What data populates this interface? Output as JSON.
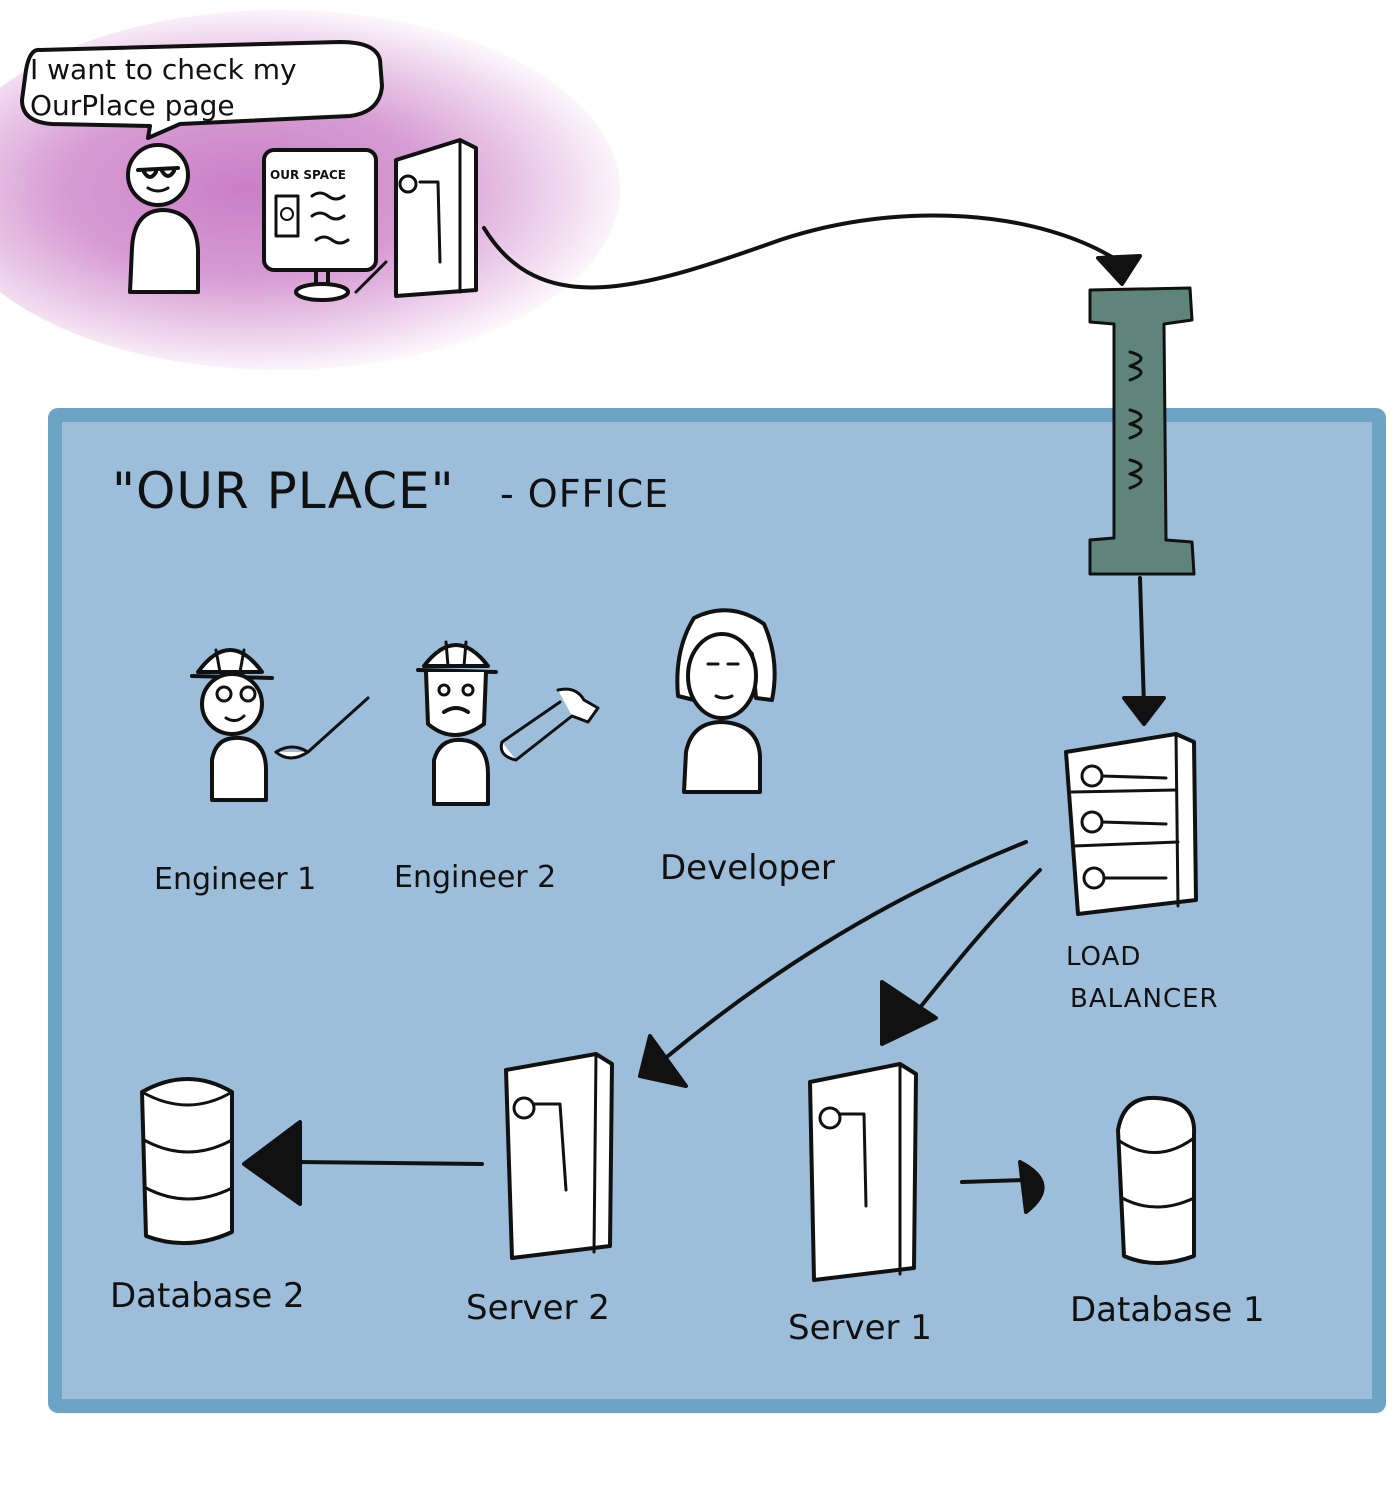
{
  "bubble": {
    "text": "I want to check my OurPlace page"
  },
  "computer": {
    "screen_title": "OUR SPACE"
  },
  "office": {
    "title": "\"OUR PLACE\"",
    "suffix": "- OFFICE"
  },
  "people": {
    "engineer1": "Engineer 1",
    "engineer2": "Engineer 2",
    "developer": "Developer"
  },
  "nodes": {
    "load_balancer_line1": "LOAD",
    "load_balancer_line2": "BALANCER",
    "server1": "Server 1",
    "server2": "Server 2",
    "database1": "Database 1",
    "database2": "Database 2"
  },
  "colors": {
    "office_fill": "#9dbedb",
    "office_border": "#6da4c6",
    "user_glow": "#c97ec6",
    "firewall": "#5f857a"
  }
}
